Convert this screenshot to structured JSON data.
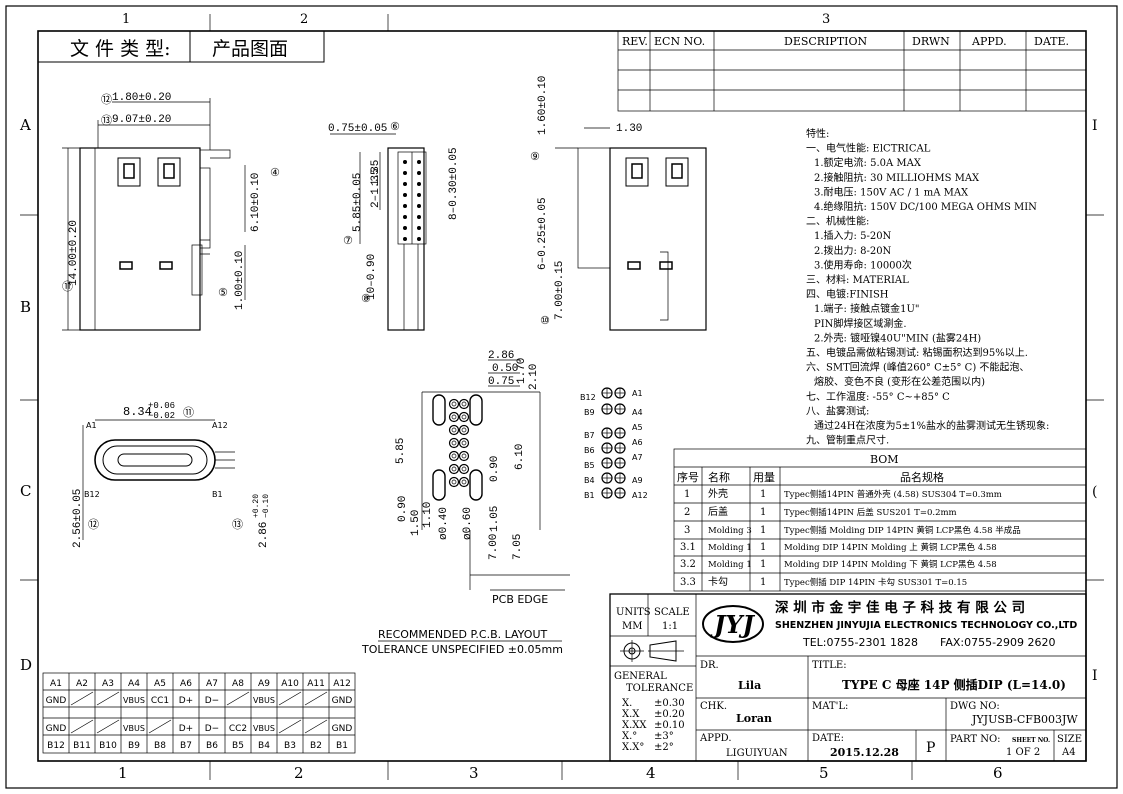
{
  "frame": {
    "top_cols": [
      "1",
      "2",
      "3"
    ],
    "bottom_cols": [
      "1",
      "2",
      "3",
      "4",
      "5",
      "6"
    ],
    "left_rows": [
      "A",
      "B",
      "C",
      "D"
    ],
    "right_rows": [
      "I",
      "(",
      "I"
    ]
  },
  "doc_type": {
    "label": "文 件 类 型:",
    "value": "产品图面"
  },
  "revision": {
    "headers": [
      "REV.",
      "ECN NO.",
      "DESCRIPTION",
      "DRWN",
      "APPD.",
      "DATE."
    ]
  },
  "views": {
    "front": {
      "dims": [
        "1.80±0.20",
        "9.07±0.20",
        "14.00±0.20",
        "6.10±0.10",
        "1.00±0.10"
      ],
      "callouts": [
        "⑫",
        "⑬",
        "④",
        "⑪",
        "⑤"
      ]
    },
    "side": {
      "dims": [
        "0.75±0.05",
        "1.35",
        "2–1.35",
        "5.85±0.05",
        "8–0.30±0.05",
        "10–0.90"
      ],
      "callouts": [
        "⑥",
        "⑦",
        "⑧"
      ]
    },
    "right": {
      "dims": [
        "1.60±0.10",
        "1.30",
        "6–0.25±0.05",
        "7.00±0.15"
      ],
      "callouts": [
        "⑨",
        "⑩"
      ]
    },
    "end": {
      "dims": [
        "8.34",
        "+0.06",
        "−0.02",
        "2.56±0.05",
        "2.86",
        "+0.20",
        "−0.10"
      ],
      "labels": [
        "A1",
        "A12",
        "B12",
        "B1"
      ],
      "callouts": [
        "⑪",
        "⑫",
        "⑬"
      ]
    },
    "pcb": {
      "dims_top": [
        "2.86",
        "0.50",
        "0.75",
        "1.70",
        "2.10"
      ],
      "dims_mid": [
        "5.85",
        "6.10",
        "0.90"
      ],
      "dims_bottom": [
        "0.90",
        "1.50",
        "1.10",
        "ø0.40",
        "ø0.60",
        "7.00",
        "1.05",
        "7.05"
      ],
      "pcb_edge": "PCB EDGE",
      "note_title": "RECOMMENDED   P.C.B. LAYOUT",
      "note_tol": "TOLERANCE  UNSPECIFIED  ±0.05mm"
    },
    "pinmap": {
      "left": [
        "B12",
        "B9",
        "B7",
        "B6",
        "B5",
        "B4",
        "B1"
      ],
      "right": [
        "A1",
        "A4",
        "A5",
        "A6",
        "A7",
        "A9",
        "A12"
      ]
    }
  },
  "specs": [
    "特性:",
    "一、电气性能: ElCTRICAL",
    "  1.额定电流: 5.0A MAX",
    "  2.接触阻抗: 30 MILLIOHMS MAX",
    "  3.耐电压: 150V AC / 1 mA MAX",
    "  4.绝缘阻抗: 150V DC/100 MEGA OHMS MIN",
    "二、机械性能:",
    "  1.插入力: 5-20N",
    "  2.拨出力: 8-20N",
    "  3.使用寿命: 10000次",
    "三、材料: MATERIAL",
    "四、电镀:FINISH",
    "  1.端子: 接触点镀金1U\"",
    "          PIN脚焊接区域涮金.",
    "  2.外壳: 镀哑镍40U\"MIN (盐雾24H)",
    "五、电镀品需做粘锡测试: 粘锡面积达到95%以上.",
    "六、SMT回流焊 (峰值260° C±5° C) 不能起泡、",
    "    熔胶、变色不良 (变形在公差范围以内)",
    "七、工作温度: -55° C~+85° C",
    "八、盐雾测试:",
    "    通过24H在浓度为5±1%盐水的盐雾测试无生锈现象:",
    "九、管制重点尺寸."
  ],
  "bom": {
    "title": "BOM",
    "headers": [
      "序号",
      "名称",
      "用量",
      "品名规格"
    ],
    "rows": [
      [
        "1",
        "外壳",
        "1",
        "Typec侧插14PIN 普通外壳 (4.58) SUS304 T=0.3mm"
      ],
      [
        "2",
        "后盖",
        "1",
        "Typec侧插14PIN 后盖 SUS201 T=0.2mm"
      ],
      [
        "3",
        "Molding 3",
        "1",
        "Typec侧插 Molding DIP 14PIN 黄铜 LCP黑色 4.58 半成品"
      ],
      [
        "3.1",
        "Molding 1",
        "1",
        "Molding DIP 14PIN Molding 上 黄铜 LCP黑色 4.58"
      ],
      [
        "3.2",
        "Molding 1",
        "1",
        "Molding DIP 14PIN Molding 下 黄铜 LCP黑色 4.58"
      ],
      [
        "3.3",
        "卡勾",
        "1",
        "Typec侧插 DIP 14PIN 卡勾 SUS301 T=0.15"
      ]
    ]
  },
  "pin_table": {
    "row1": [
      "A1",
      "A2",
      "A3",
      "A4",
      "A5",
      "A6",
      "A7",
      "A8",
      "A9",
      "A10",
      "A11",
      "A12"
    ],
    "row2": [
      "GND",
      "",
      "",
      "VBUS",
      "CC1",
      "D+",
      "D−",
      "",
      "VBUS",
      "",
      "",
      "GND"
    ],
    "row3": [
      "GND",
      "",
      "",
      "VBUS",
      "",
      "D+",
      "D−",
      "CC2",
      "VBUS",
      "",
      "",
      "GND"
    ],
    "row4": [
      "B12",
      "B11",
      "B10",
      "B9",
      "B8",
      "B7",
      "B6",
      "B5",
      "B4",
      "B3",
      "B2",
      "B1"
    ],
    "slashed": [
      1,
      2,
      7,
      9,
      10
    ]
  },
  "title_block": {
    "units_label": "UNITS",
    "units_value": "MM",
    "scale_label": "SCALE",
    "scale_value": "1:1",
    "logo_text": "JYJ",
    "company_cn": "深 圳 市 金 宇 佳 电 子 科 技 有 限 公 司",
    "company_en": "SHENZHEN JINYUJIA ELECTRONICS TECHNOLOGY CO.,LTD",
    "tel": "TEL:0755-2301 1828",
    "fax": "FAX:0755-2909 2620",
    "general_tolerance": [
      "GENERAL",
      "TOLERANCE"
    ],
    "tol_rows": [
      [
        "X.",
        "±0.30"
      ],
      [
        "X.X",
        "±0.20"
      ],
      [
        "X.XX",
        "±0.10"
      ],
      [
        "X.°",
        "±3°"
      ],
      [
        "X.X°",
        "±2°"
      ]
    ],
    "dr_label": "DR.",
    "dr_value": "Lila",
    "chk_label": "CHK.",
    "chk_value": "Loran",
    "appd_label": "APPD.",
    "appd_value": "LIGUIYUAN",
    "title_label": "TITLE:",
    "title_value": "TYPE C 母座 14P 侧插DIP (L=14.0)",
    "matl_label": "MAT'L:",
    "dwg_label": "DWG NO:",
    "dwg_value": "JYJUSB-CFB003JW",
    "date_label": "DATE:",
    "date_value": "2015.12.28",
    "rev_letter": "P",
    "partno_label": "PART NO:",
    "sheet_label": "SHEET NO.",
    "sheet_value": "1 OF 2",
    "size_label": "SIZE",
    "size_value": "A4"
  }
}
